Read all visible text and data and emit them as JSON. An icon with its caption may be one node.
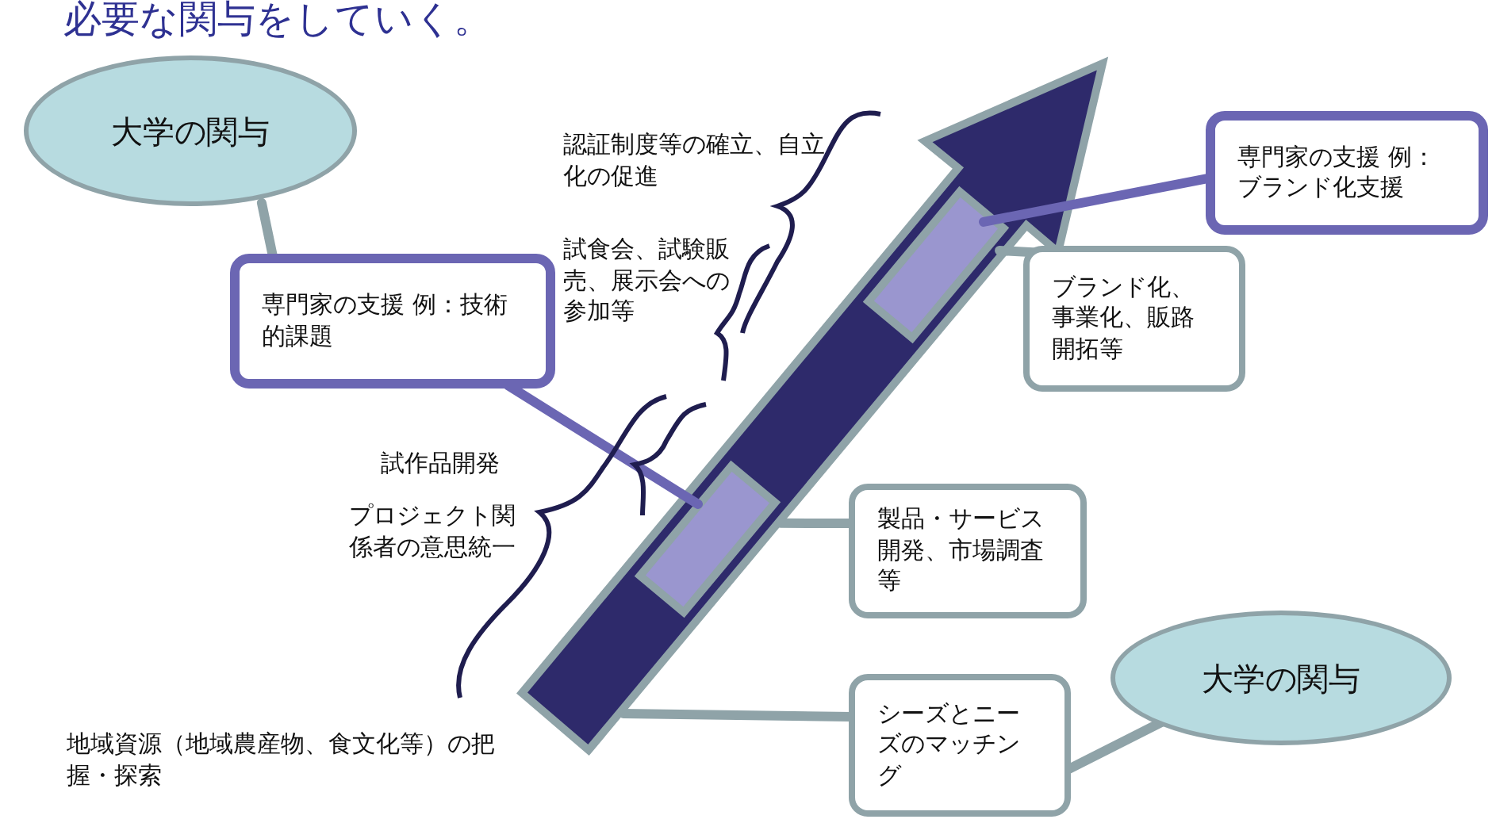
{
  "diagram": {
    "title": "必要な関与をしていく。",
    "nodes": [
      {
        "text": [
          "大学の関与"
        ]
      },
      {
        "text": [
          "専門家の支援 例：技術的課題"
        ]
      },
      {
        "text": [],
        "shape": "arrow"
      },
      {
        "text": [],
        "shape": "bar",
        "in": 2
      },
      {
        "text": [],
        "shape": "bar",
        "in": 2
      },
      {
        "text": [
          "専門家の支援 例：ブランド化支援"
        ]
      },
      {
        "text": [
          "ブランド化、事業化、販路開拓等"
        ]
      },
      {
        "text": [
          "製品・サービス開発、市場調査等"
        ]
      },
      {
        "text": [
          "シーズとニーズのマッチング"
        ]
      },
      {
        "text": [
          "大学の関与"
        ]
      }
    ],
    "edges": [
      {
        "from": 0,
        "to": 1,
        "arrow": "none"
      },
      {
        "from": 1,
        "to": 4,
        "arrow": "none",
        "color": "#6b66b3"
      },
      {
        "from": 5,
        "to": 3,
        "arrow": "none",
        "color": "#6b66b3"
      },
      {
        "from": 6,
        "to": 3,
        "arrow": "none"
      },
      {
        "from": 7,
        "to": 2,
        "arrow": "none"
      },
      {
        "from": 8,
        "to": 2,
        "arrow": "none"
      },
      {
        "from": 9,
        "to": 8,
        "arrow": "none"
      }
    ],
    "labels": [
      "認証制度等の確立、自立化の促進",
      "試食会、試験販売、展示会への参加等",
      "試作品開発",
      "プロジェクト関係者の意思統一",
      "地域資源（地域農産物、食文化等）の把握・探索"
    ]
  }
}
